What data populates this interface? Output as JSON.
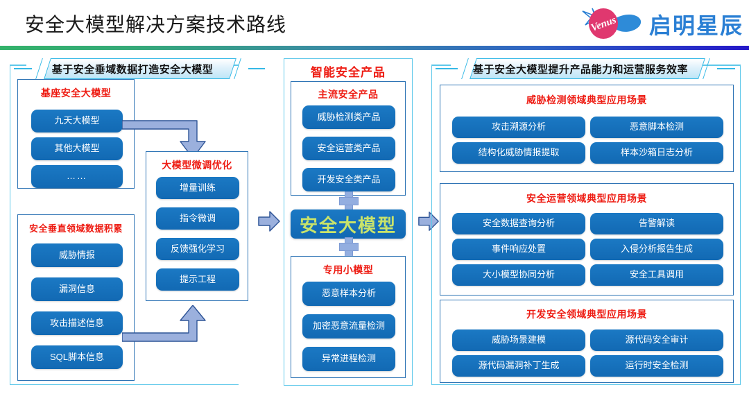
{
  "header": {
    "title": "安全大模型解决方案技术路线",
    "logo_text": "启明星辰",
    "logo_mark_label": "Venus",
    "rule_gradient_from": "#33b26a",
    "rule_gradient_to": "#2417c9"
  },
  "banners": {
    "left": "基于安全垂域数据打造安全大模型",
    "right": "基于安全大模型提升产品能力和运营服务效率"
  },
  "left_column": {
    "base_model": {
      "title": "基座安全大模型",
      "items": [
        "九天大模型",
        "其他大模型",
        "……"
      ]
    },
    "data_accum": {
      "title": "安全垂直领域数据积累",
      "items": [
        "威胁情报",
        "漏洞信息",
        "攻击描述信息",
        "SQL脚本信息"
      ]
    },
    "finetune": {
      "title": "大模型微调优化",
      "items": [
        "增量训练",
        "指令微调",
        "反馈强化学习",
        "提示工程"
      ]
    }
  },
  "middle_column": {
    "title": "智能安全产品",
    "mainstream": {
      "title": "主流安全产品",
      "items": [
        "威胁检测类产品",
        "安全运营类产品",
        "开发安全类产品"
      ]
    },
    "big_model_label": "安全大模型",
    "big_model_text_color": "#c9e36a",
    "small_model": {
      "title": "专用小模型",
      "items": [
        "恶意样本分析",
        "加密恶意流量检测",
        "异常进程检测"
      ]
    },
    "plus_symbol": "+"
  },
  "right_column": {
    "groups": [
      {
        "title": "威胁检测领域典型应用场景",
        "items": [
          "攻击溯源分析",
          "恶意脚本检测",
          "结构化威胁情报提取",
          "样本沙箱日志分析"
        ]
      },
      {
        "title": "安全运营领域典型应用场景",
        "items": [
          "安全数据查询分析",
          "告警解读",
          "事件响应处置",
          "入侵分析报告生成",
          "大小模型协同分析",
          "安全工具调用"
        ]
      },
      {
        "title": "开发安全领域典型应用场景",
        "items": [
          "威胁场景建模",
          "源代码安全审计",
          "源代码漏洞补丁生成",
          "运行时安全检测"
        ]
      }
    ]
  },
  "colors": {
    "pill_blue": "#1269b3",
    "group_title_red": "#ee1c13",
    "banner_cyan": "#35b9e6",
    "arrow_fill": "#9bb0dd",
    "arrow_stroke": "#2f5597",
    "bracket_cyan": "#5ec8ea"
  },
  "icons": {
    "flow_arrow": "arrow-right-icon",
    "elbow_arrow_down": "elbow-arrow-down-icon",
    "elbow_arrow_up": "elbow-arrow-up-icon",
    "plus": "plus-icon"
  }
}
